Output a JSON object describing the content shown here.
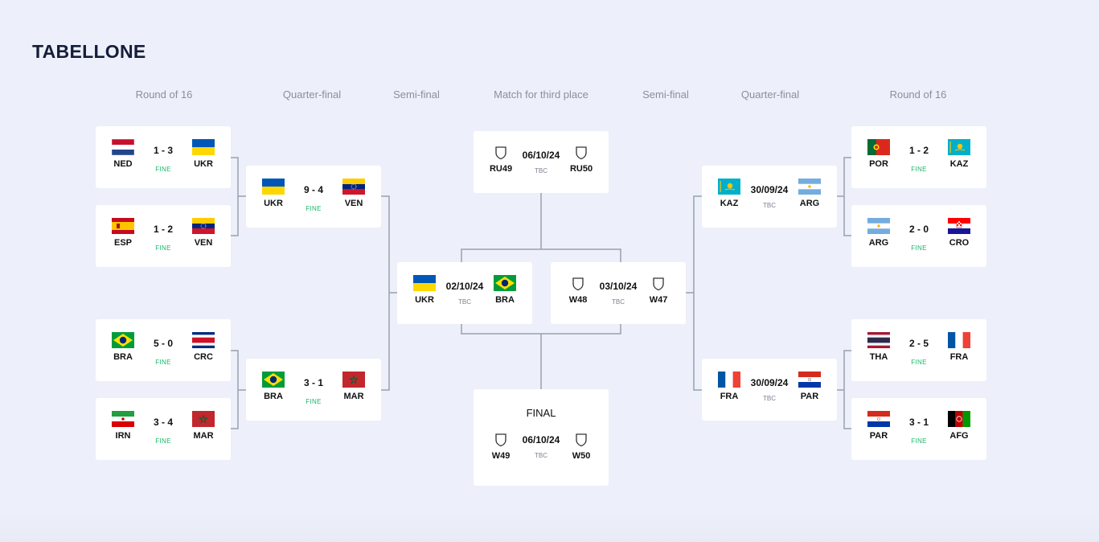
{
  "title": "TABELLONE",
  "column_headers": {
    "r16_left": "Round of 16",
    "qf_left": "Quarter-final",
    "sf_left": "Semi-final",
    "third_place": "Match for third place",
    "sf_right": "Semi-final",
    "qf_right": "Quarter-final",
    "r16_right": "Round of 16"
  },
  "matches": {
    "r16_1": {
      "home": "NED",
      "away": "UKR",
      "center": "1 - 3",
      "sub": "FINE"
    },
    "r16_2": {
      "home": "ESP",
      "away": "VEN",
      "center": "1 - 2",
      "sub": "FINE"
    },
    "r16_3": {
      "home": "BRA",
      "away": "CRC",
      "center": "5 - 0",
      "sub": "FINE"
    },
    "r16_4": {
      "home": "IRN",
      "away": "MAR",
      "center": "3 - 4",
      "sub": "FINE"
    },
    "qf_1": {
      "home": "UKR",
      "away": "VEN",
      "center": "9 - 4",
      "sub": "FINE"
    },
    "qf_2": {
      "home": "BRA",
      "away": "MAR",
      "center": "3 - 1",
      "sub": "FINE"
    },
    "sf_1": {
      "home": "UKR",
      "away": "BRA",
      "center": "02/10/24",
      "sub": "TBC"
    },
    "third": {
      "home": "RU49",
      "away": "RU50",
      "center": "06/10/24",
      "sub": "TBC"
    },
    "final": {
      "label": "FINAL",
      "home": "W49",
      "away": "W50",
      "center": "06/10/24",
      "sub": "TBC"
    },
    "sf_2": {
      "home": "W48",
      "away": "W47",
      "center": "03/10/24",
      "sub": "TBC"
    },
    "qf_3": {
      "home": "KAZ",
      "away": "ARG",
      "center": "30/09/24",
      "sub": "TBC"
    },
    "qf_4": {
      "home": "FRA",
      "away": "PAR",
      "center": "30/09/24",
      "sub": "TBC"
    },
    "r16_5": {
      "home": "POR",
      "away": "KAZ",
      "center": "1 - 2",
      "sub": "FINE"
    },
    "r16_6": {
      "home": "ARG",
      "away": "CRO",
      "center": "2 - 0",
      "sub": "FINE"
    },
    "r16_7": {
      "home": "THA",
      "away": "FRA",
      "center": "2 - 5",
      "sub": "FINE"
    },
    "r16_8": {
      "home": "PAR",
      "away": "AFG",
      "center": "3 - 1",
      "sub": "FINE"
    }
  },
  "colors": {
    "background": "#edf0fa",
    "card": "#ffffff",
    "status_green": "#17b86a",
    "connector": "#9aa0b0"
  }
}
